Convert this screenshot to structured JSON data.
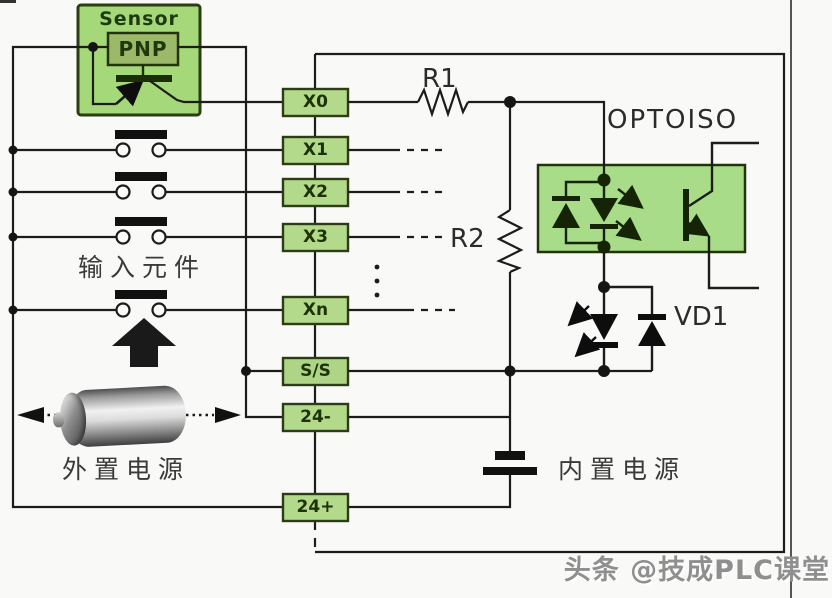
{
  "diagram": {
    "sensor": {
      "title": "Sensor",
      "type": "PNP"
    },
    "terminals": [
      "X0",
      "X1",
      "X2",
      "X3",
      "Xn",
      "S/S",
      "24-",
      "24+"
    ],
    "labels": {
      "r1": "R1",
      "r2": "R2",
      "optoiso": "OPTOISO",
      "vd1": "VD1"
    },
    "annotations": {
      "input_elements": "输入元件",
      "external_power": "外置电源",
      "internal_power": "内置电源"
    },
    "watermark": "头条 @技成PLC课堂",
    "colors": {
      "terminal_green": "#b3d98b",
      "sensor_green": "#a5d878",
      "pnp_olive": "#9cb96a",
      "opto_green": "#a8dc88",
      "wire": "#1c1c1c",
      "border_dark": "#2c3c14",
      "watermark_gray": "#8f8f8f"
    }
  }
}
